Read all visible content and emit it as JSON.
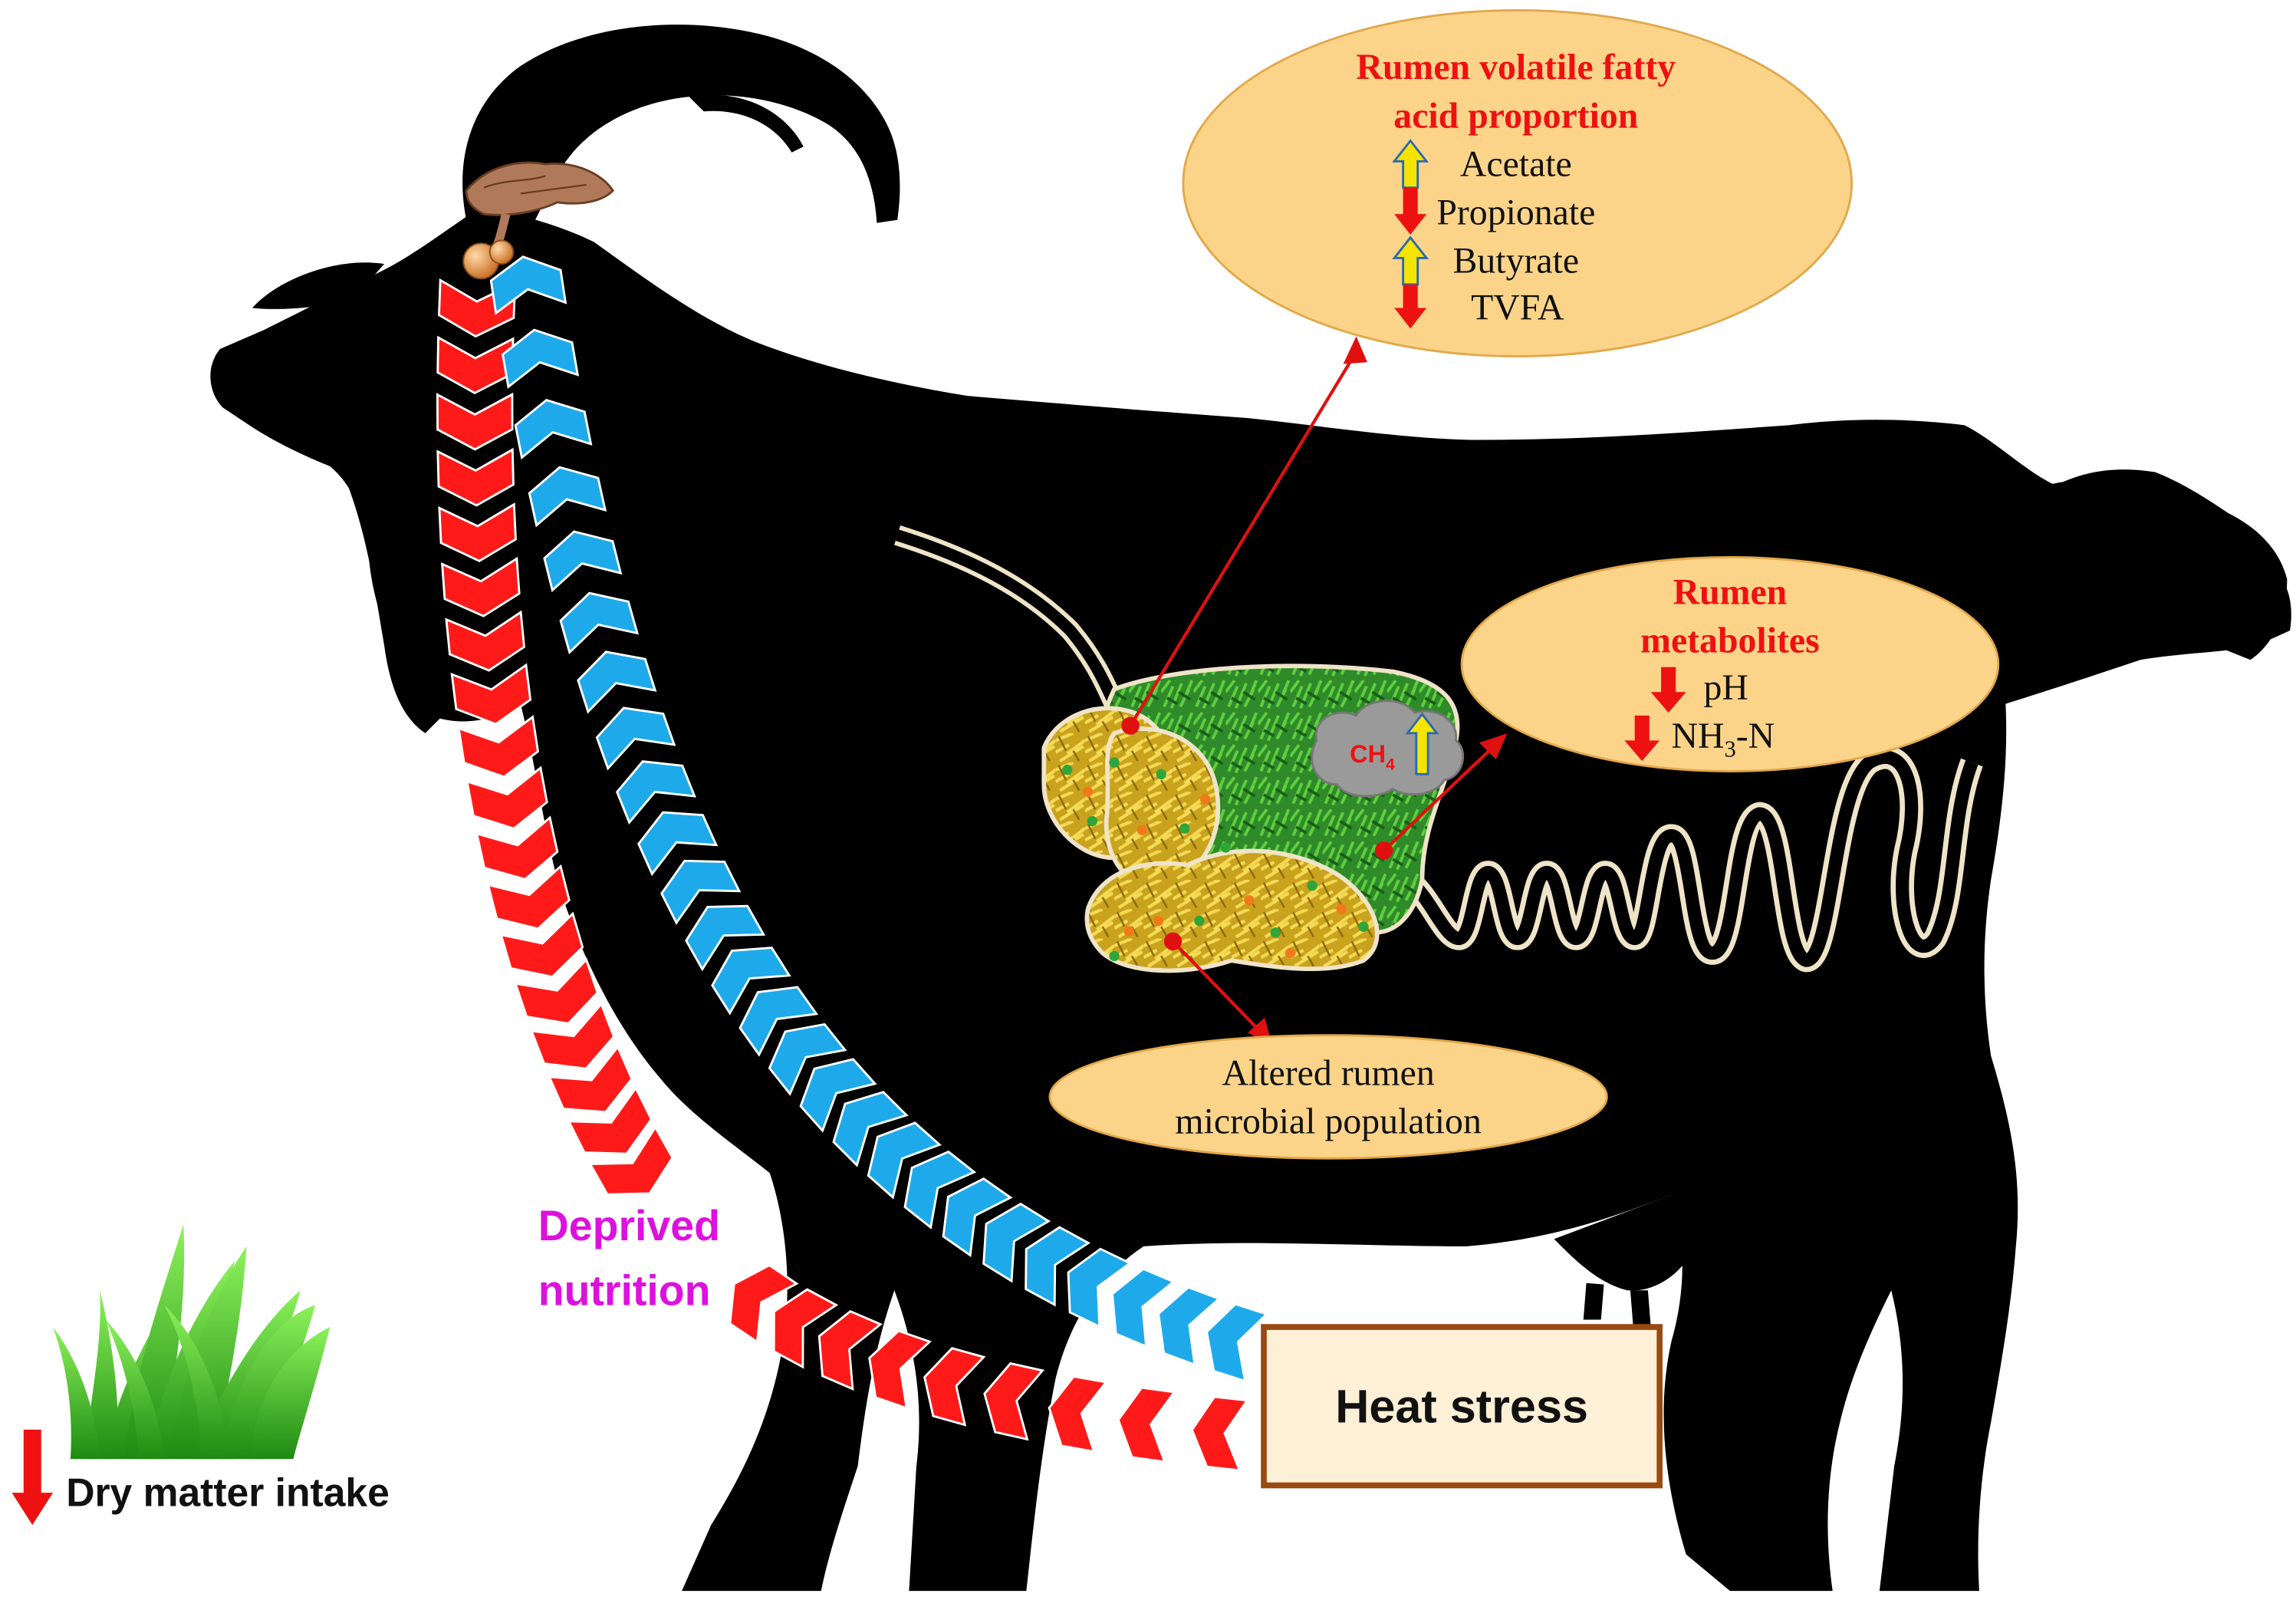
{
  "vfa_box": {
    "title_line1": "Rumen volatile fatty",
    "title_line2": "acid proportion",
    "items": [
      {
        "label": "Acetate",
        "direction": "up"
      },
      {
        "label": "Propionate",
        "direction": "down"
      },
      {
        "label": "Butyrate",
        "direction": "up"
      },
      {
        "label": "TVFA",
        "direction": "down"
      }
    ]
  },
  "metabolites_box": {
    "title_line1": "Rumen",
    "title_line2": "metabolites",
    "ph": {
      "label": "pH",
      "direction": "down"
    },
    "nh3": {
      "base": "NH",
      "sub": "3",
      "suffix": "-N",
      "direction": "down"
    }
  },
  "microbial_box": {
    "line1": "Altered rumen",
    "line2": "microbial population"
  },
  "methane": {
    "base": "CH",
    "sub": "4",
    "direction": "up"
  },
  "deprived": {
    "line1": "Deprived",
    "line2": "nutrition"
  },
  "heat_stress": {
    "label": "Heat stress"
  },
  "dry_matter": {
    "label": "Dry matter intake",
    "direction": "down"
  },
  "colors": {
    "red_arrow": "#ff1a1a",
    "blue_arrow": "#1eaaea",
    "title_red": "#ee1111",
    "deprived_magenta": "#dd11dd",
    "ellipse_fill": "#fbd48a",
    "heat_box_border": "#9a4a10",
    "heat_box_fill": "#fdf0d6"
  }
}
